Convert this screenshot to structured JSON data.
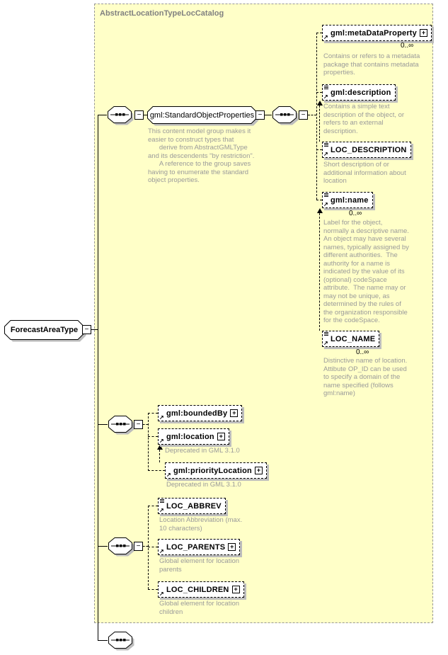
{
  "colors": {
    "group_fill": "#ffffc8",
    "group_border": "#979797",
    "annotation_text": "#9a9a9a",
    "box_shadow": "#bdbdbd",
    "line": "#000000"
  },
  "icons": {
    "sequence": "sequence-compositor",
    "collapse_glyph": "−",
    "expand_glyph": "+",
    "reference_glyph": "↗"
  },
  "group": {
    "label": "AbstractLocationTypeLocCatalog"
  },
  "root": {
    "label": "ForecastAreaType"
  },
  "model_group": {
    "label": "gml:StandardObjectProperties",
    "annotation": "This content model group makes it\neasier to construct types that\n      derive from AbstractGMLType\nand its descendents \"by restriction\".\n      A reference to the group saves\nhaving to enumerate the standard\nobject properties."
  },
  "elements": {
    "metaDataProperty": {
      "label": "gml:metaDataProperty",
      "cardinality": "0..∞",
      "annotation": "Contains or refers to a metadata\npackage that contains metadata\nproperties."
    },
    "description": {
      "label": "gml:description",
      "annotation": "Contains a simple text\ndescription of the object, or\nrefers to an external\ndescription."
    },
    "locDescription": {
      "label": "LOC_DESCRIPTION",
      "annotation": "Short description of or\nadditional information about\nlocation"
    },
    "name": {
      "label": "gml:name",
      "cardinality": "0..∞",
      "annotation": "Label for the object,\nnormally a descriptive name.\nAn object may have several\nnames, typically assigned by\ndifferent authorities.  The\nauthority for a name is\nindicated by the value of its\n(optional) codeSpace\nattribute.  The name may or\nmay not be unique, as\ndetermined by the rules of\nthe organization responsible\nfor the codeSpace."
    },
    "locName": {
      "label": "LOC_NAME",
      "cardinality": "0..∞",
      "annotation": "Distinctive name of location.\nAttibute OP_ID can be used\nto specify a domain of the\nname specified (follows\ngml:name)"
    },
    "boundedBy": {
      "label": "gml:boundedBy"
    },
    "location": {
      "label": "gml:location",
      "annotation": "Deprecated in GML 3.1.0"
    },
    "priorityLocation": {
      "label": "gml:priorityLocation",
      "annotation": "Deprecated in GML 3.1.0"
    },
    "locAbbrev": {
      "label": "LOC_ABBREV",
      "annotation": "Location Abbreviation (max.\n10 characters)"
    },
    "locParents": {
      "label": "LOC_PARENTS",
      "annotation": "Global element for location\nparents"
    },
    "locChildren": {
      "label": "LOC_CHILDREN",
      "annotation": "Global element for location\nchildren"
    }
  }
}
